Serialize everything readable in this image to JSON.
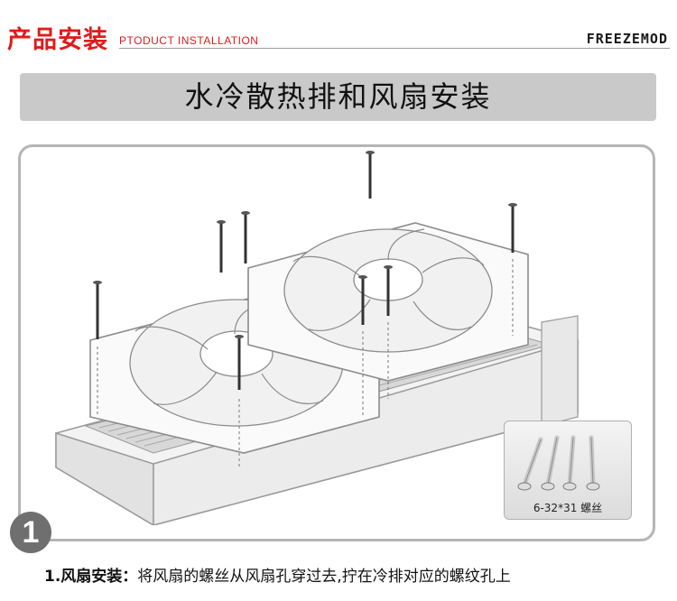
{
  "header": {
    "title_cn": "产品安装",
    "title_en": "PTODUCT INSTALLATION",
    "brand": "FREEZEMOD"
  },
  "banner": {
    "title": "水冷散热排和风扇安装"
  },
  "figure": {
    "inset_caption": "6-32*31 螺丝"
  },
  "step": {
    "number": "1",
    "label": "1.风扇安装：",
    "text": "将风扇的螺丝从风扇孔穿过去,拧在冷排对应的螺纹孔上"
  },
  "colors": {
    "accent_red": "#e01b1b",
    "banner_gray": "#c9c9c9",
    "frame_gray": "#b5b5b5",
    "badge_gray": "#6f6f6f"
  }
}
